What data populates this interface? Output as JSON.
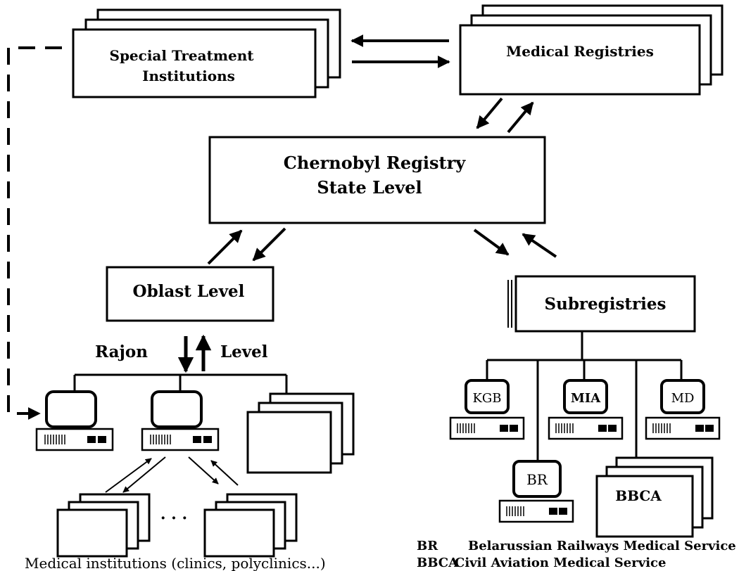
{
  "colors": {
    "ink": "#000000",
    "background": "#ffffff"
  },
  "nodes": {
    "special_treatment": {
      "line1": "Special  Treatment",
      "line2": "Institutions"
    },
    "medical_registries": {
      "label": "Medical Registries"
    },
    "state_registry": {
      "line1": "Chernobyl Registry",
      "line2": "State Level"
    },
    "oblast": {
      "label": "Oblast Level"
    },
    "subregistries": {
      "label": "Subregistries"
    },
    "rajon_level": {
      "left": "Rajon",
      "right": "Level"
    },
    "kgb": {
      "label": "KGB"
    },
    "mia": {
      "label": "MIA"
    },
    "md": {
      "label": "MD"
    },
    "br": {
      "label": "BR"
    },
    "bbca": {
      "label": "BBCA"
    },
    "ellipsis": "· · ·",
    "medical_institutions": "Medical institutions (clinics, polyclinics...)"
  },
  "legend": [
    {
      "abbr": "BR",
      "text": "Belarussian Railways Medical Service"
    },
    {
      "abbr": "BBCA",
      "text": "Civil Aviation Medical Service"
    }
  ],
  "icons": [
    "computer-icon",
    "document-stack-icon",
    "arrow-icon"
  ]
}
